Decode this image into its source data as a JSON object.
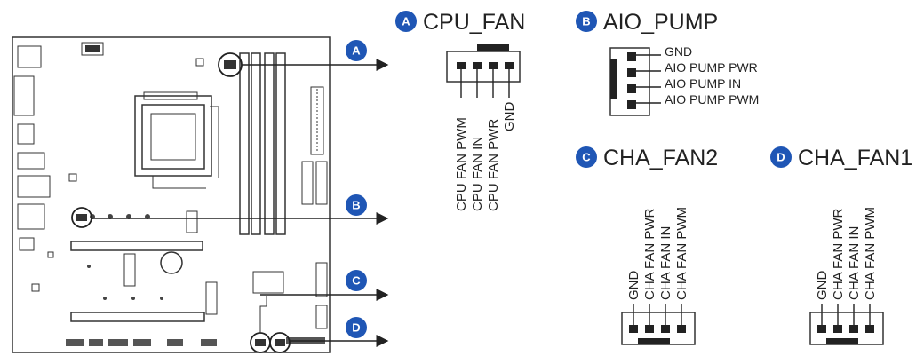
{
  "connectors": {
    "a": {
      "badge": "A",
      "title": "CPU_FAN",
      "pins": [
        "CPU FAN PWM",
        "CPU FAN IN",
        "CPU FAN PWR",
        "GND"
      ]
    },
    "b": {
      "badge": "B",
      "title": "AIO_PUMP",
      "pins": [
        "GND",
        "AIO PUMP PWR",
        "AIO PUMP IN",
        "AIO PUMP PWM"
      ]
    },
    "c": {
      "badge": "C",
      "title": "CHA_FAN2",
      "pins": [
        "GND",
        "CHA FAN PWR",
        "CHA FAN IN",
        "CHA FAN PWM"
      ]
    },
    "d": {
      "badge": "D",
      "title": "CHA_FAN1",
      "pins": [
        "GND",
        "CHA FAN PWR",
        "CHA FAN IN",
        "CHA FAN PWM"
      ]
    }
  },
  "colors": {
    "badge": "#1f56b5",
    "ink": "#222222",
    "outline": "#333333"
  }
}
